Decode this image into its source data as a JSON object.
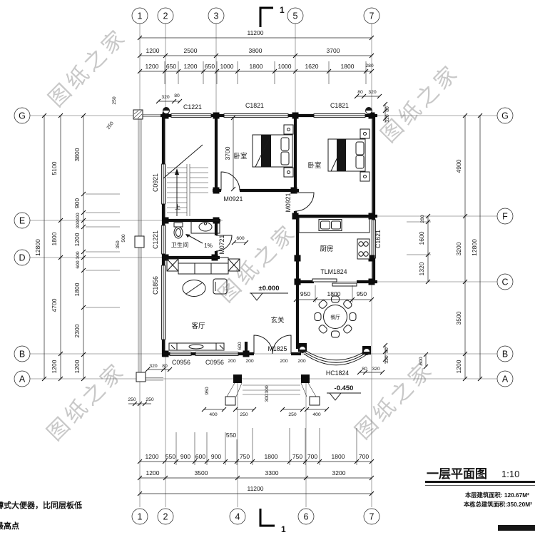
{
  "watermark": {
    "text": "图纸之家"
  },
  "grid": {
    "top": [
      "1",
      "2",
      "3",
      "5",
      "7"
    ],
    "bottom": [
      "1",
      "2",
      "4",
      "6",
      "7"
    ],
    "left": [
      "G",
      "E",
      "D",
      "B",
      "A"
    ],
    "right": [
      "G",
      "F",
      "C",
      "B",
      "A"
    ]
  },
  "dims": {
    "top_overall": "11200",
    "bottom_overall": "11200",
    "left_overall": "12800",
    "right_overall": "12800",
    "top_major": [
      "1200",
      "2500",
      "3800",
      "3700"
    ],
    "top_detail": [
      "1200",
      "650",
      "1200",
      "650",
      "1000",
      "1800",
      "1000",
      "1620",
      "1800",
      "280"
    ],
    "bottom_major": [
      "1200",
      "3500",
      "3300",
      "3200"
    ],
    "bottom_detail": [
      "1200",
      "550",
      "900",
      "600",
      "900",
      "550",
      "750",
      "1800",
      "750",
      "700",
      "1800",
      "700"
    ],
    "left_major": [
      "5100",
      "1800",
      "4700",
      "1200"
    ],
    "left_detail": [
      "3800",
      "900",
      "400",
      "300",
      "1200",
      "300",
      "600",
      "1800",
      "2300",
      "1200"
    ],
    "right_major": [
      "4900",
      "3200",
      "3500",
      "1200"
    ],
    "right_detail": [
      "280",
      "1600",
      "1320"
    ],
    "dining": [
      "950",
      "1800",
      "950"
    ],
    "bedroom_depth": "3700",
    "small": {
      "d80": "80",
      "d200": "200",
      "d250": "250",
      "d300": "300",
      "d320": "320",
      "d350": "350",
      "d400": "400",
      "d500": "500",
      "d550": "550",
      "d600": "600",
      "d950": "950"
    }
  },
  "rooms": {
    "bedroom": "卧室",
    "bathroom": "卫生间",
    "kitchen": "厨房",
    "living": "客厅",
    "foyer": "玄关",
    "dining": "餐厅",
    "up": "上",
    "slope": "1%"
  },
  "tags": {
    "c1221": "C1221",
    "c1821": "C1821",
    "c0921": "C0921",
    "c1856": "C1856",
    "c1621": "C1621",
    "c0956": "C0956",
    "m0921": "M0921",
    "m0721": "M0721",
    "m1825": "M1825",
    "tlm1824": "TLM1824",
    "hc1824": "HC1824"
  },
  "levels": {
    "zero": "±0.000",
    "entry": "-0.450"
  },
  "section": {
    "label": "1"
  },
  "title_block": {
    "title": "一层平面图",
    "scale": "1:10",
    "line1": "本层建筑面积: 120.67M²",
    "line2": "本栋总建筑面积:350.20M²"
  },
  "notes": {
    "line1": "蹲式大便器，比同层板低",
    "line2": "最高点"
  }
}
